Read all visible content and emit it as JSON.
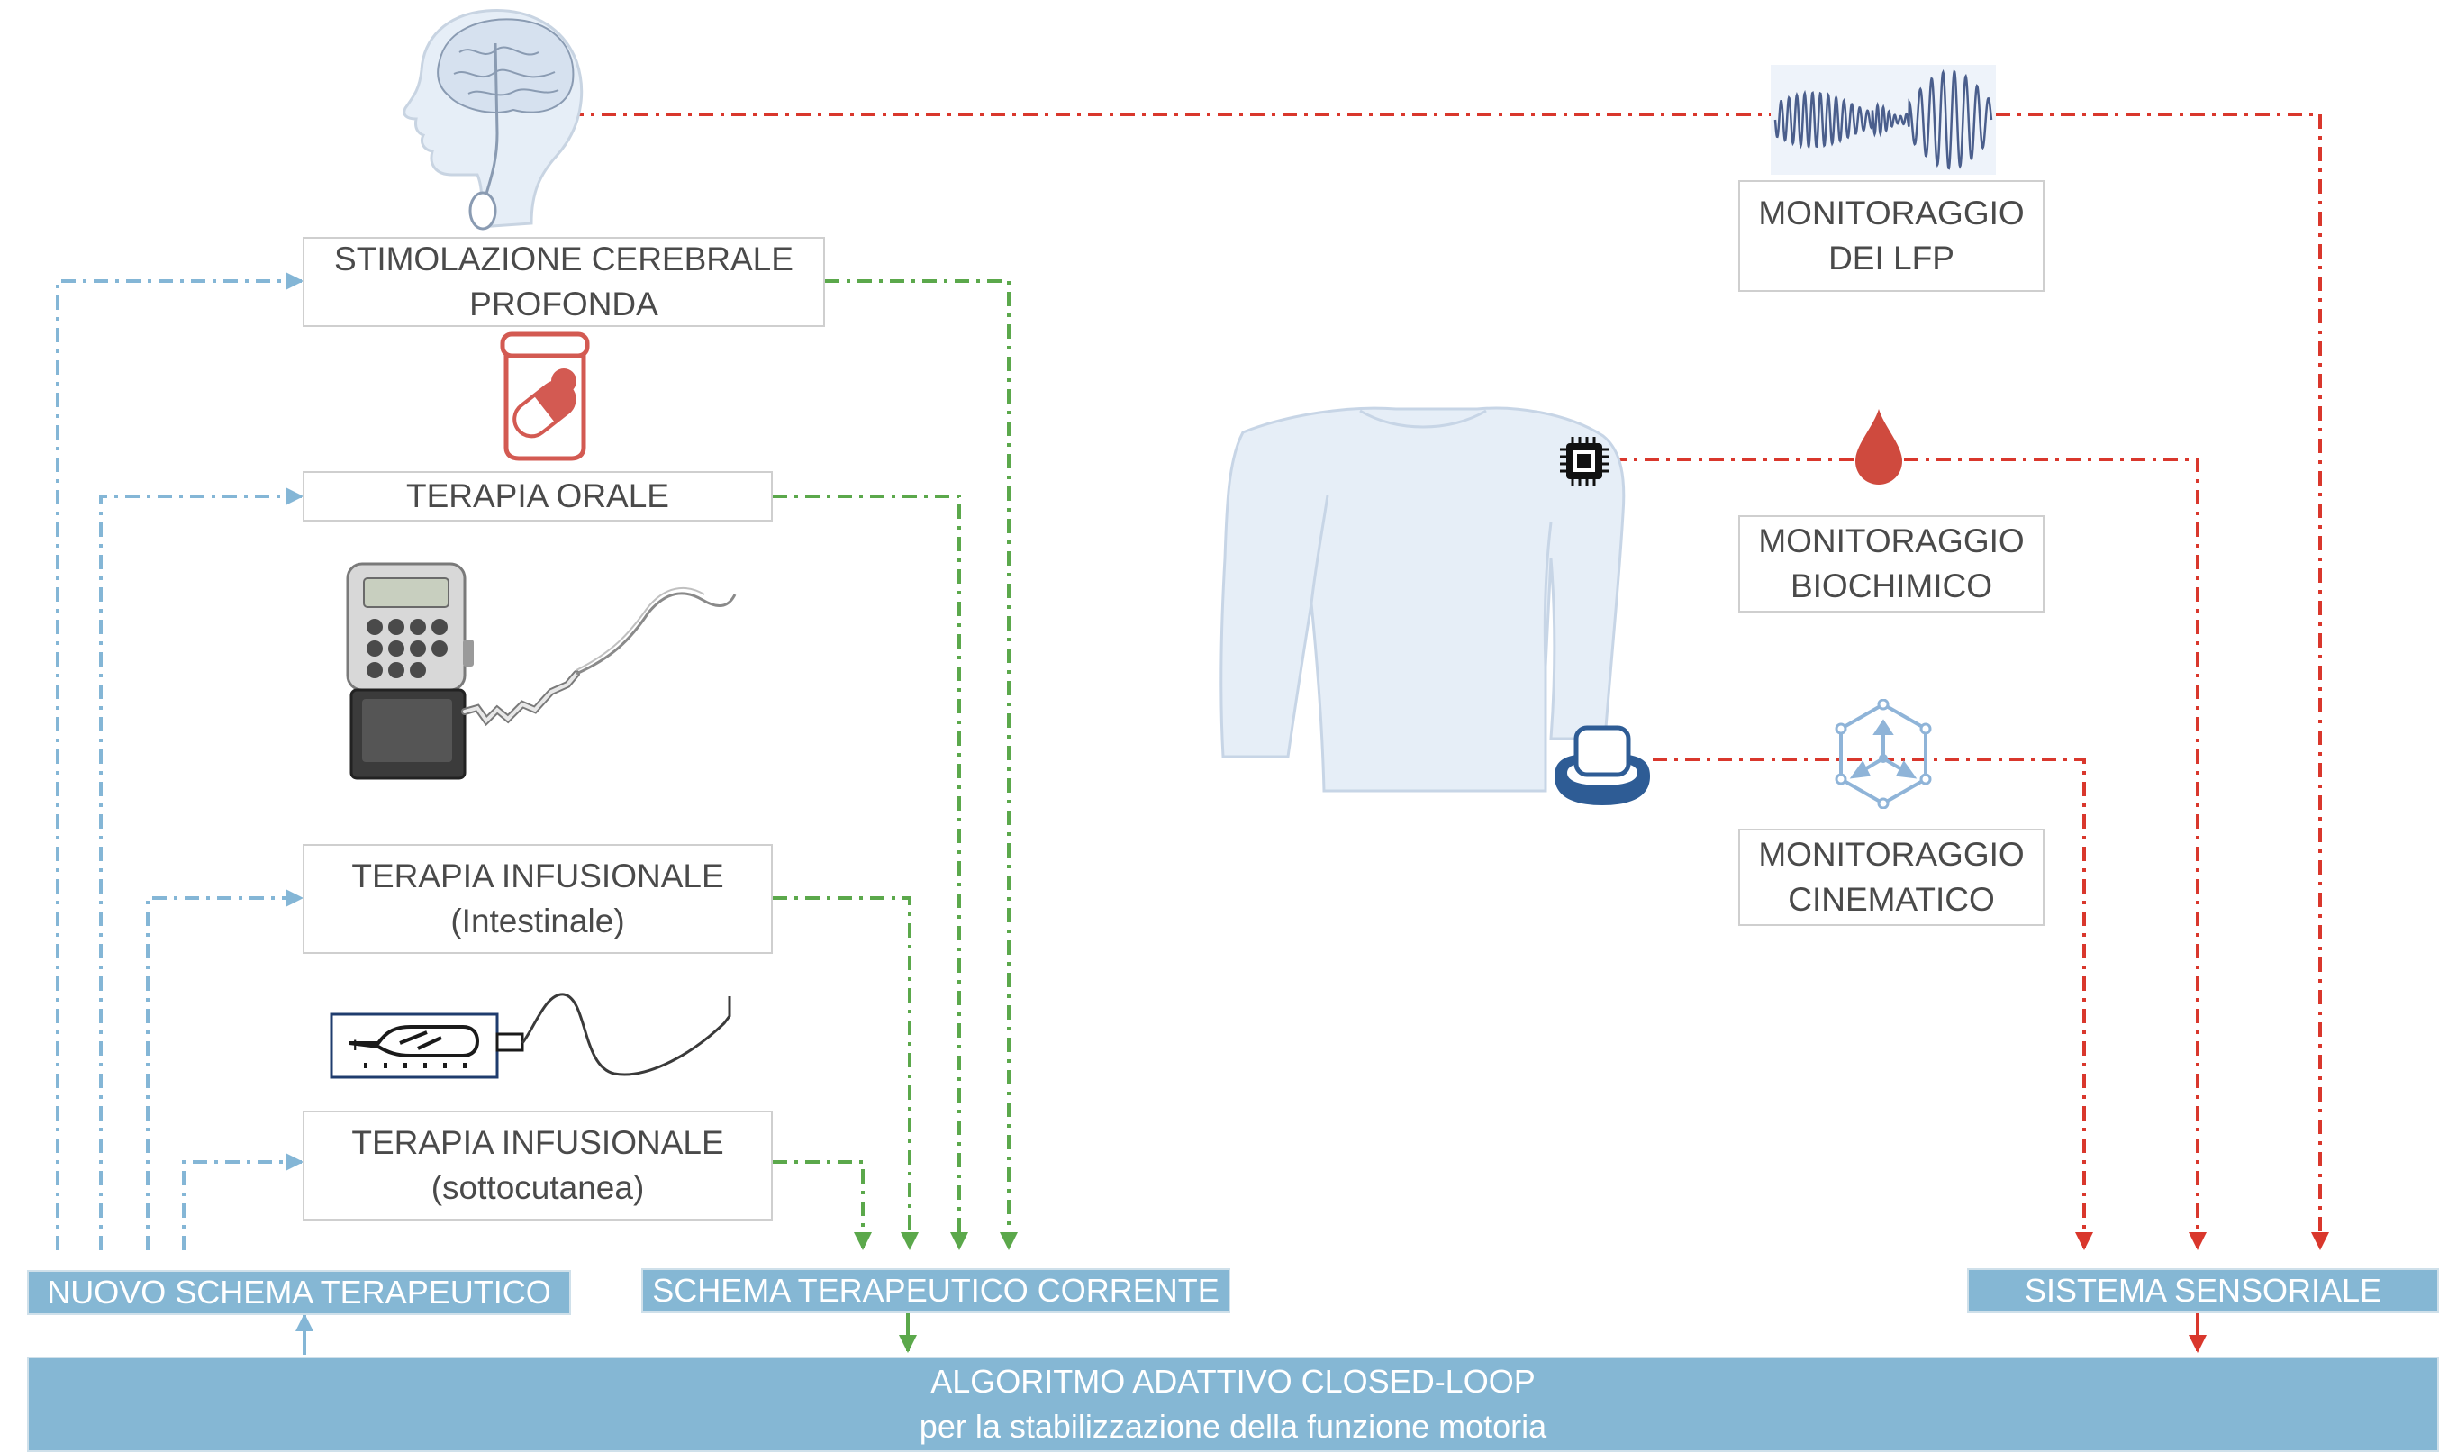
{
  "colors": {
    "feedback_blue": "#84b6d6",
    "therapy_green": "#5ba84b",
    "sensor_red": "#d9372c",
    "bar_fill": "#85b7d4",
    "box_border": "#cfcfcf"
  },
  "therapies": {
    "dbs": {
      "line1": "STIMOLAZIONE CEREBRALE",
      "line2": "PROFONDA"
    },
    "oral": {
      "line1": "TERAPIA ORALE"
    },
    "intestinal": {
      "line1": "TERAPIA INFUSIONALE",
      "line2": "(Intestinale)"
    },
    "subcutaneous": {
      "line1": "TERAPIA INFUSIONALE",
      "line2": "(sottocutanea)"
    }
  },
  "monitoring": {
    "lfp": {
      "line1": "MONITORAGGIO",
      "line2": "DEI LFP"
    },
    "biochemical": {
      "line1": "MONITORAGGIO",
      "line2": "BIOCHIMICO"
    },
    "kinematic": {
      "line1": "MONITORAGGIO",
      "line2": "CINEMATICO"
    }
  },
  "bars": {
    "new_scheme": "NUOVO SCHEMA TERAPEUTICO",
    "current_scheme": "SCHEMA TERAPEUTICO CORRENTE",
    "sensor_system": "SISTEMA SENSORIALE",
    "algorithm_line1": "ALGORITMO ADATTIVO CLOSED-LOOP",
    "algorithm_line2": "per la stabilizzazione della funzione motoria"
  },
  "icons": {
    "head": "head-with-brain-implant-icon",
    "pills": "pill-jar-icon",
    "pump": "infusion-pump-icon",
    "subcutaneous_pump": "subcutaneous-pump-icon",
    "lfp_wave": "lfp-waveform-icon",
    "torso": "patient-torso-icon",
    "chip": "biosensor-chip-icon",
    "blood_drop": "blood-drop-icon",
    "wrist_sensor": "wrist-sensor-icon",
    "kinematic": "3d-axes-icon"
  }
}
